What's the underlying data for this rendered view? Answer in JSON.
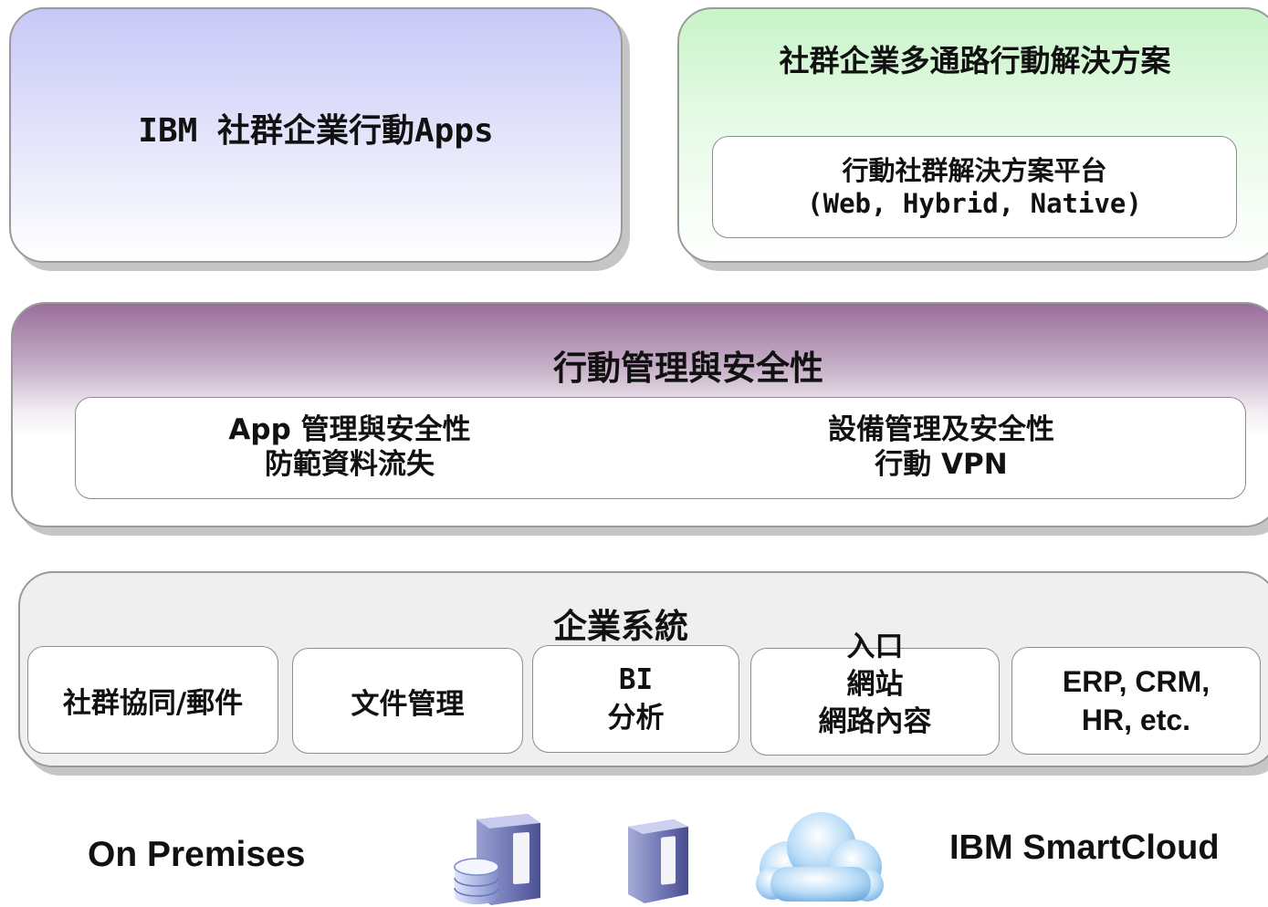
{
  "panels": {
    "apps": {
      "title": "IBM 社群企業行動Apps"
    },
    "multichannel": {
      "title": "社群企業多通路行動解決方案",
      "platform": {
        "line1": "行動社群解決方案平台",
        "line2": "(Web, Hybrid, Native)"
      }
    },
    "mobile_mgmt": {
      "title": "行動管理與安全性",
      "left": {
        "line1": "App 管理與安全性",
        "line2": "防範資料流失"
      },
      "right": {
        "line1": "設備管理及安全性",
        "line2": "行動 VPN"
      }
    },
    "enterprise": {
      "title": "企業系統",
      "boxes": [
        {
          "line1": "社群協同/郵件"
        },
        {
          "line1": "文件管理"
        },
        {
          "line1": "BI",
          "line2": "分析"
        },
        {
          "line1": "入口",
          "line2": "網站",
          "line3": "網路內容"
        },
        {
          "line1": "ERP, CRM,",
          "line2": "HR, etc."
        }
      ]
    }
  },
  "footer": {
    "on_premises": "On Premises",
    "smartcloud": "IBM SmartCloud"
  },
  "icons": [
    "server-database-icon",
    "server-icon",
    "cloud-icon"
  ],
  "colors": {
    "apps_top": "#c8c8f8",
    "multichannel_top": "#c8f4c8",
    "mobile_mgmt_top": "#9a6d9c",
    "enterprise_bg": "#efefef"
  }
}
